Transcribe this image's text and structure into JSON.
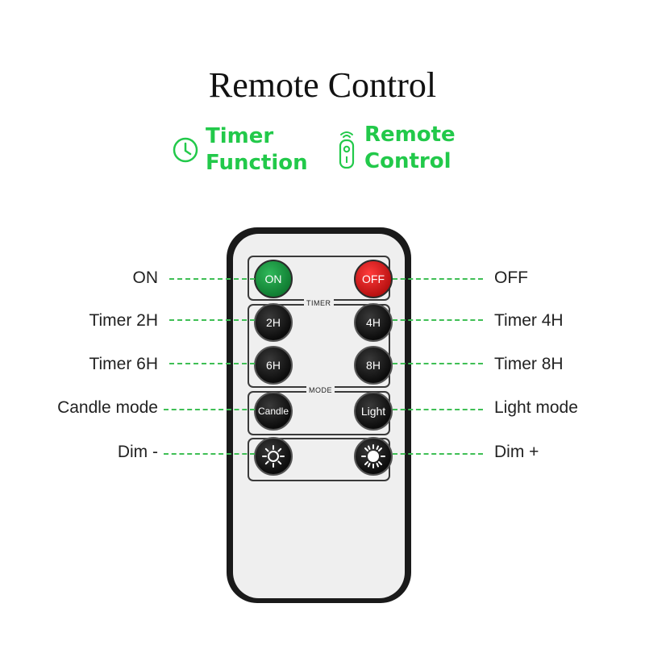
{
  "title": "Remote Control",
  "features": [
    {
      "icon": "clock-icon",
      "line1": "Timer",
      "line2": "Function"
    },
    {
      "icon": "remote-icon",
      "line1": "Remote",
      "line2": "Control"
    }
  ],
  "remote": {
    "sections": {
      "timer": "TIMER",
      "mode": "MODE"
    },
    "buttons": {
      "on": "ON",
      "off": "OFF",
      "t2": "2H",
      "t4": "4H",
      "t6": "6H",
      "t8": "8H",
      "candle": "Candle",
      "light": "Light",
      "dim_minus": "dim-minus-sun-icon",
      "dim_plus": "dim-plus-sun-icon"
    }
  },
  "callouts": {
    "left": [
      "ON",
      "Timer 2H",
      "Timer 6H",
      "Candle mode",
      "Dim -"
    ],
    "right": [
      "OFF",
      "Timer 4H",
      "Timer 8H",
      "Light mode",
      "Dim +"
    ]
  },
  "colors": {
    "accent_green": "#22c94a",
    "on_button": "#1e9b45",
    "off_button": "#e01b1b",
    "leader_line": "#3fbf55"
  }
}
